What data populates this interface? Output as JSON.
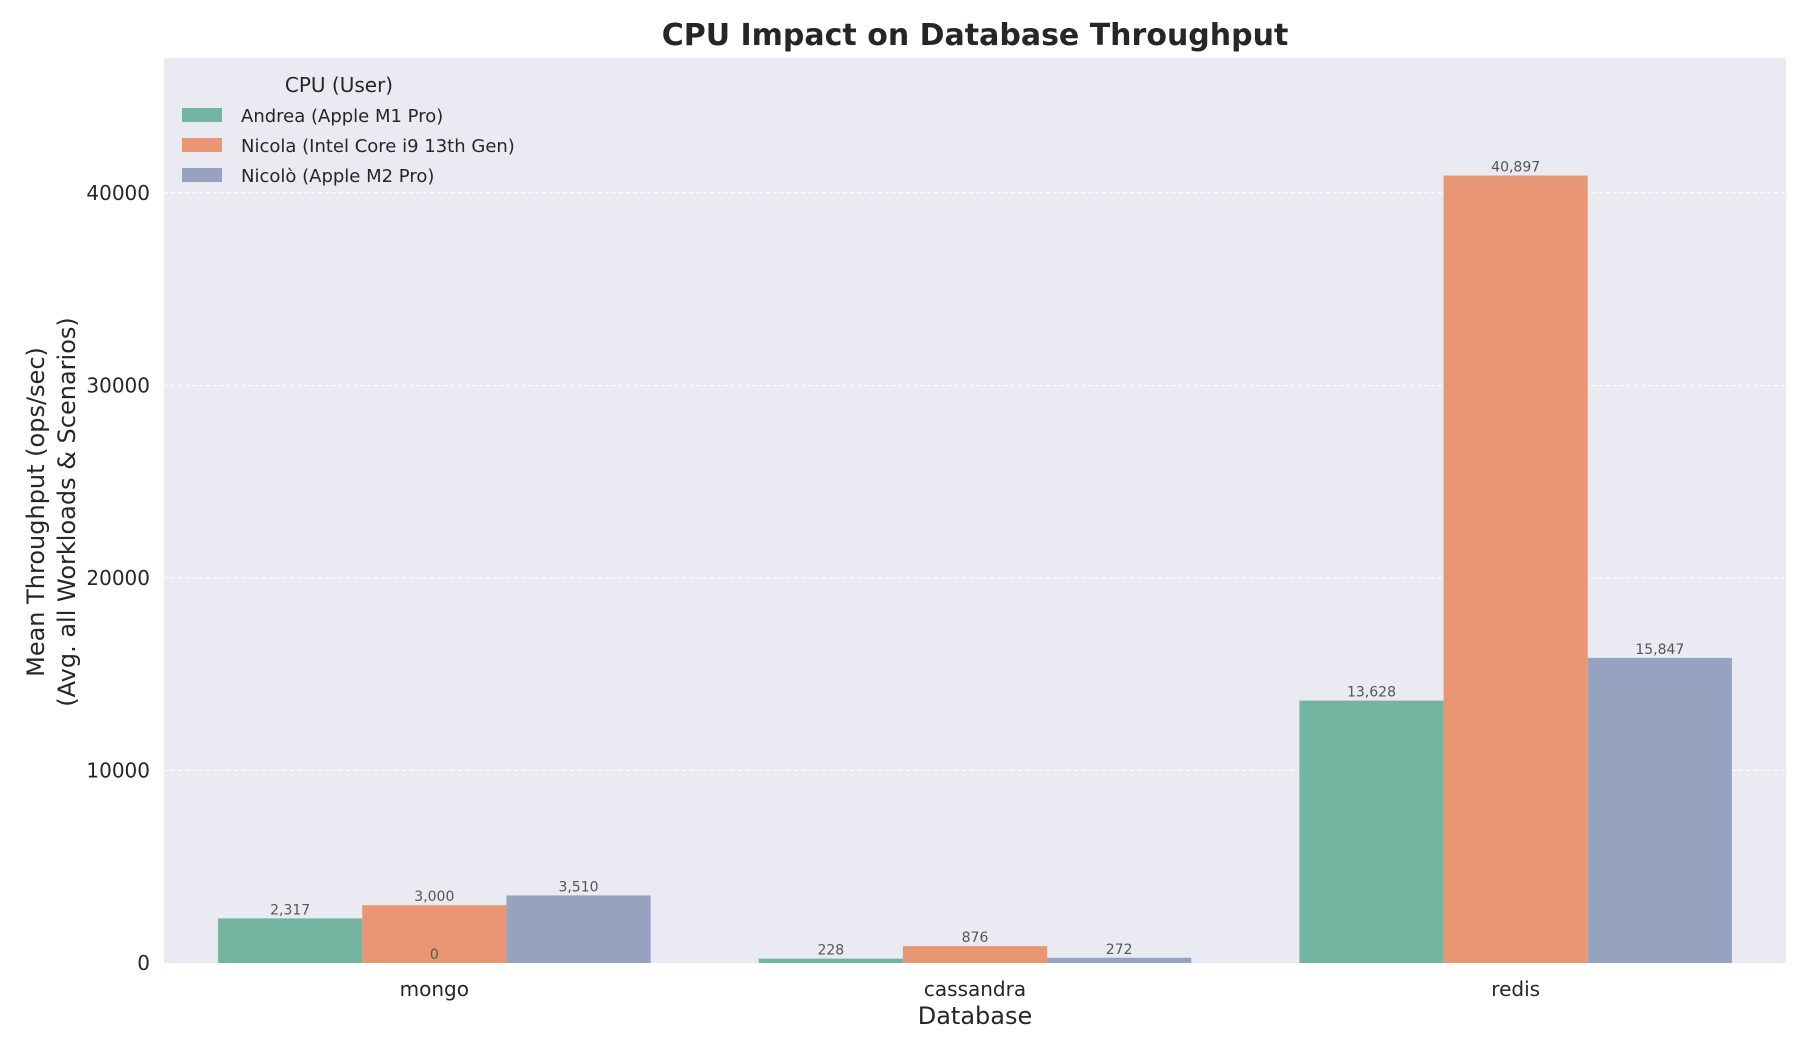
{
  "chart_data": {
    "type": "bar",
    "title": "CPU Impact on Database Throughput",
    "xlabel": "Database",
    "ylabel_line1": "Mean Throughput (ops/sec)",
    "ylabel_line2": "(Avg. all Workloads & Scenarios)",
    "categories": [
      "mongo",
      "cassandra",
      "redis"
    ],
    "ylim": [
      0,
      47000
    ],
    "yticks": [
      0,
      10000,
      20000,
      30000,
      40000
    ],
    "ytick_labels": [
      "0",
      "10000",
      "20000",
      "30000",
      "40000"
    ],
    "grid": true,
    "legend": {
      "title": "CPU (User)",
      "placement": "top-left"
    },
    "series": [
      {
        "name": "Andrea (Apple M1 Pro)",
        "color": "#73b5a0",
        "values": [
          2317,
          228,
          13628
        ],
        "labels": [
          "2,317",
          "228",
          "13,628"
        ]
      },
      {
        "name": "Nicola (Intel Core i9 13th Gen)",
        "color": "#e99674",
        "values": [
          3000,
          876,
          40897
        ],
        "labels": [
          "3,000",
          "876",
          "40,897"
        ]
      },
      {
        "name": "Nicolò (Apple M2 Pro)",
        "color": "#95a3c1",
        "values": [
          3510,
          272,
          15847
        ],
        "labels": [
          "3,510",
          "272",
          "15,847"
        ]
      }
    ],
    "annotations": [
      {
        "text": "0",
        "category": "mongo",
        "value": 0
      }
    ],
    "colors": {
      "plot_background": "#eaeaf2",
      "grid": "#ffffff",
      "text": "#262626"
    }
  }
}
